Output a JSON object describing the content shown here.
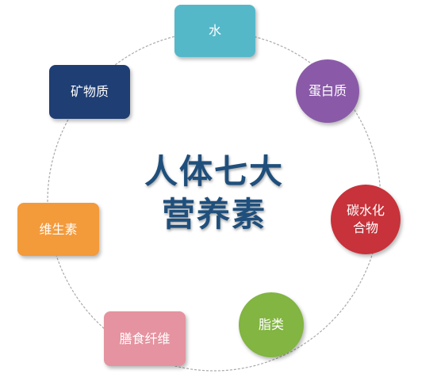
{
  "center": {
    "line1": "人体七大",
    "line2": "营养素"
  },
  "nodes": {
    "water": {
      "label": "水",
      "color": "#55b8c9"
    },
    "protein": {
      "label": "蛋白质",
      "color": "#8a5aa8"
    },
    "carbohydrate": {
      "label": "碳水化\n合物",
      "color": "#c8323a"
    },
    "fat": {
      "label": "脂类",
      "color": "#82b541"
    },
    "fiber": {
      "label": "膳食纤维",
      "color": "#e593a0"
    },
    "vitamin": {
      "label": "维生素",
      "color": "#f39a3b"
    },
    "mineral": {
      "label": "矿物质",
      "color": "#1f3e74"
    }
  },
  "ring_color": "#aaaaaa"
}
